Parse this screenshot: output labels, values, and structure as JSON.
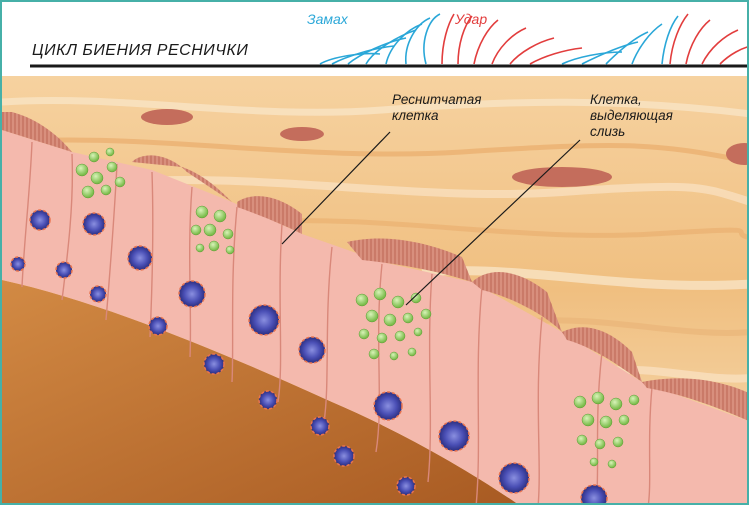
{
  "header": {
    "title": "ЦИКЛ БИЕНИЯ РЕСНИЧКИ",
    "recovery_label": "Замах",
    "stroke_label": "Удар"
  },
  "labels": {
    "ciliated_cell_line1": "Реснитчатая",
    "ciliated_cell_line2": "клетка",
    "goblet_cell_line1": "Клетка,",
    "goblet_cell_line2": "выделяющая",
    "goblet_cell_line3": "слизь"
  },
  "colors": {
    "frame": "#46b0a8",
    "recovery": "#2aa7d8",
    "stroke": "#e23d3d",
    "mucus": "#f2c38a",
    "epithelium": "#f4b9ad",
    "cilia": "#c9776a",
    "nucleus": "#4a4fb5",
    "mucus_granules": "#8fcf5c",
    "tissue": "#b86a2b"
  }
}
